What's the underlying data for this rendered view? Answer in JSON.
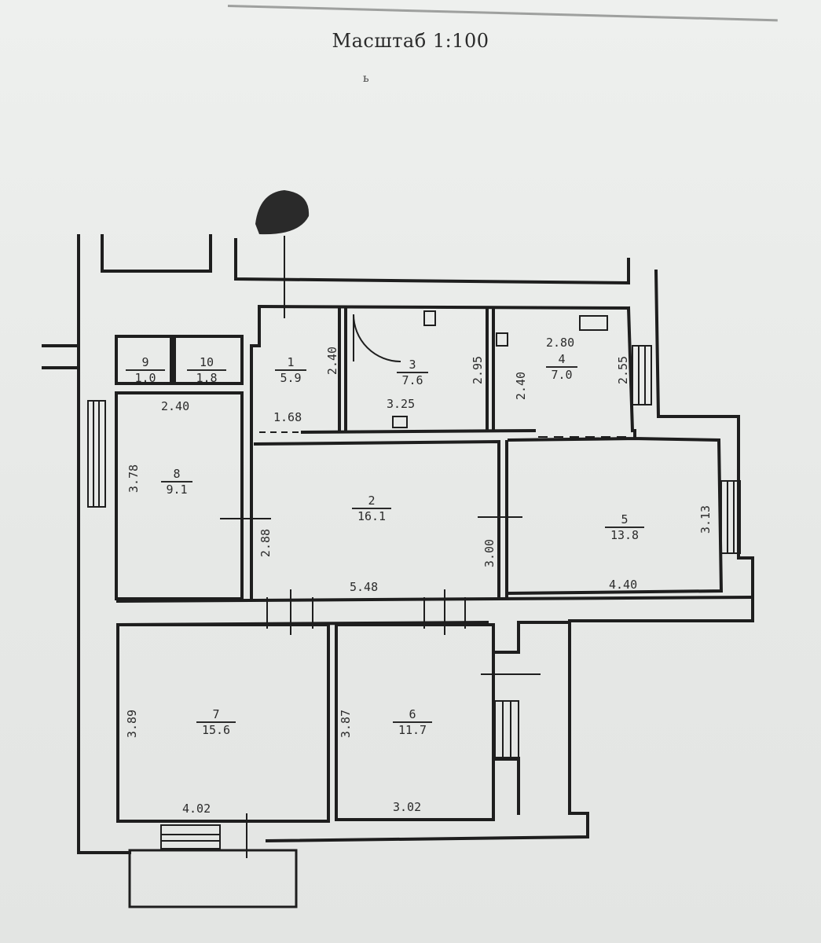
{
  "header": {
    "scale_label": "Масштаб 1:100",
    "mark": "ь"
  },
  "colors": {
    "paper": "#e9eae8",
    "wall": "#1e1e1e",
    "text": "#2b2b2b"
  },
  "rooms": [
    {
      "id": "1",
      "number": "1",
      "area": "5.9",
      "width": "1.68",
      "height": "2.40"
    },
    {
      "id": "2",
      "number": "2",
      "area": "16.1",
      "width": "5.48",
      "height_left": "2.88",
      "height_right": "3.00"
    },
    {
      "id": "3",
      "number": "3",
      "area": "7.6",
      "width": "3.25",
      "height": "2.95"
    },
    {
      "id": "4",
      "number": "4",
      "area": "7.0",
      "width": "2.80",
      "height_left": "2.40",
      "height_right": "2.55"
    },
    {
      "id": "5",
      "number": "5",
      "area": "13.8",
      "width": "4.40",
      "height": "3.13"
    },
    {
      "id": "6",
      "number": "6",
      "area": "11.7",
      "width": "3.02",
      "height": "3.87"
    },
    {
      "id": "7",
      "number": "7",
      "area": "15.6",
      "width": "4.02",
      "height": "3.89"
    },
    {
      "id": "8",
      "number": "8",
      "area": "9.1",
      "width": "2.40",
      "height": "3.78"
    },
    {
      "id": "9",
      "number": "9",
      "area": "1.0"
    },
    {
      "id": "10",
      "number": "10",
      "area": "1.8"
    }
  ]
}
